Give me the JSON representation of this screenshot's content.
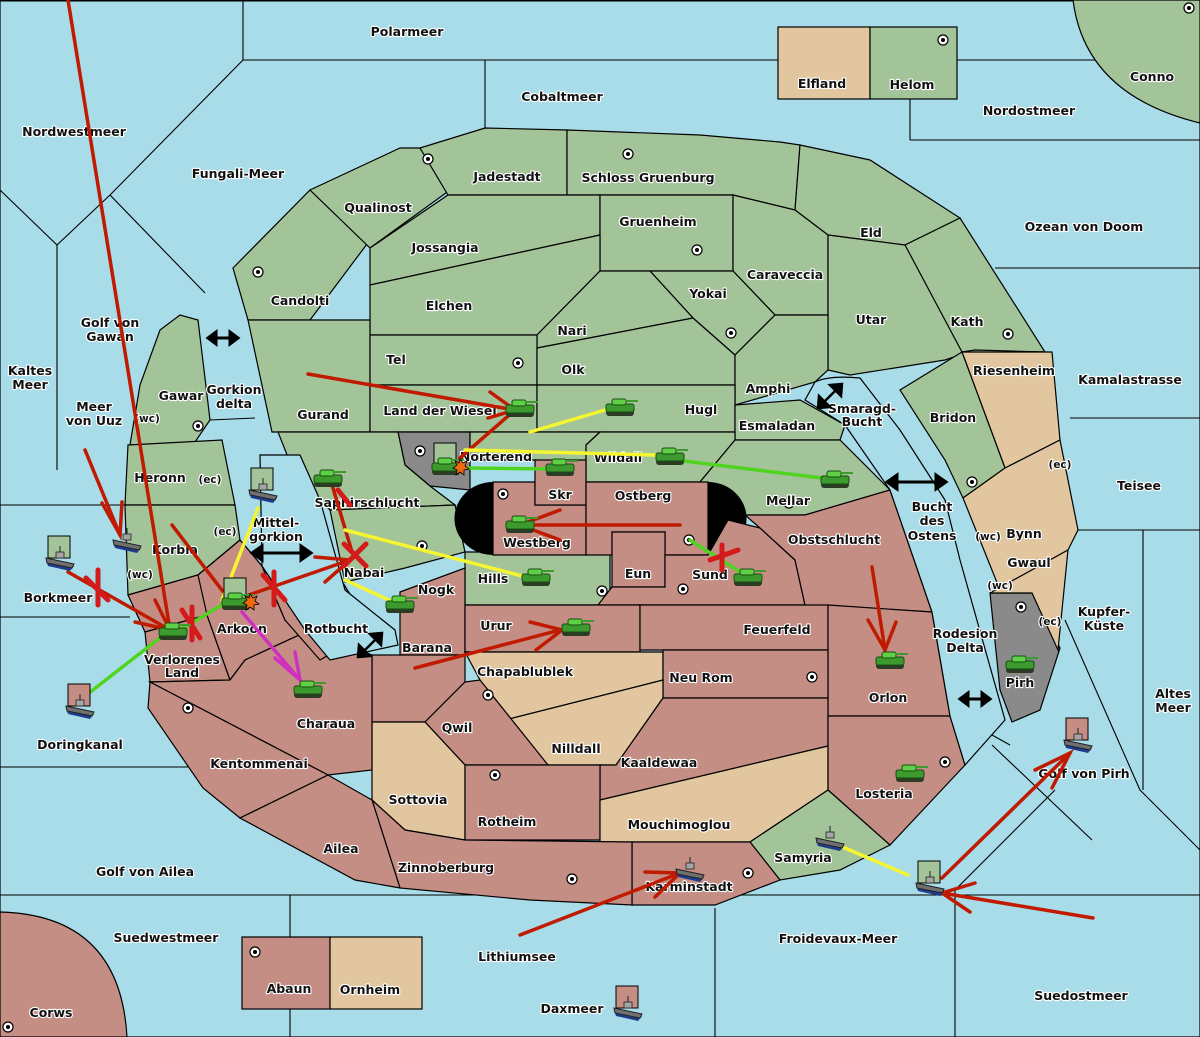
{
  "colors": {
    "sea": "#a8dce8",
    "power_green": "#a3c499",
    "power_red": "#c48e85",
    "neutral_tan": "#e1c69f",
    "impassable_grey": "#8a8a8a",
    "order_move": "#c01a00",
    "order_support": "#f5f531",
    "order_convoy_or_hold_support": "#4fd41f",
    "order_retreat": "#d030c0"
  },
  "labels": [
    {
      "id": "polarmeer",
      "text": "Polarmeer"
    },
    {
      "id": "cobaltmeer",
      "text": "Cobaltmeer"
    },
    {
      "id": "elfland",
      "text": "Elfland"
    },
    {
      "id": "helom",
      "text": "Helom"
    },
    {
      "id": "conno",
      "text": "Conno"
    },
    {
      "id": "nordwestmeer",
      "text": "Nordwestmeer"
    },
    {
      "id": "nordostmeer",
      "text": "Nordostmeer"
    },
    {
      "id": "fungali",
      "text": "Fungali-Meer"
    },
    {
      "id": "jadestadt",
      "text": "Jadestadt"
    },
    {
      "id": "schloss",
      "text": "Schloss Gruenburg"
    },
    {
      "id": "qualinost",
      "text": "Qualinost"
    },
    {
      "id": "gruenheim",
      "text": "Gruenheim"
    },
    {
      "id": "eld",
      "text": "Eld"
    },
    {
      "id": "ozean",
      "text": "Ozean von Doom"
    },
    {
      "id": "jossangia",
      "text": "Jossangia"
    },
    {
      "id": "caraveccia",
      "text": "Caraveccia"
    },
    {
      "id": "candolti",
      "text": "Candolti"
    },
    {
      "id": "yokai",
      "text": "Yokai"
    },
    {
      "id": "elchen",
      "text": "Elchen"
    },
    {
      "id": "utar",
      "text": "Utar"
    },
    {
      "id": "kath",
      "text": "Kath"
    },
    {
      "id": "golfgawan1",
      "text": "Golf von"
    },
    {
      "id": "golfgawan2",
      "text": "Gawan"
    },
    {
      "id": "nari",
      "text": "Nari"
    },
    {
      "id": "tel",
      "text": "Tel"
    },
    {
      "id": "olk",
      "text": "Olk"
    },
    {
      "id": "riesenheim",
      "text": "Riesenheim"
    },
    {
      "id": "kaltes1",
      "text": "Kaltes"
    },
    {
      "id": "kaltes2",
      "text": "Meer"
    },
    {
      "id": "kamala",
      "text": "Kamalastrasse"
    },
    {
      "id": "amphi",
      "text": "Amphi"
    },
    {
      "id": "gawar",
      "text": "Gawar"
    },
    {
      "id": "gorkion1",
      "text": "Gorkion"
    },
    {
      "id": "gorkion2",
      "text": "delta"
    },
    {
      "id": "uuz1",
      "text": "Meer"
    },
    {
      "id": "uuz2",
      "text": "von Uuz"
    },
    {
      "id": "gurand",
      "text": "Gurand"
    },
    {
      "id": "landwiesel",
      "text": "Land der Wiesel"
    },
    {
      "id": "hugl",
      "text": "Hugl"
    },
    {
      "id": "smaragd1",
      "text": "Smaragd-"
    },
    {
      "id": "smaragd2",
      "text": "Bucht"
    },
    {
      "id": "bridon",
      "text": "Bridon"
    },
    {
      "id": "esmaladan",
      "text": "Esmaladan"
    },
    {
      "id": "norterend",
      "text": "Norterend"
    },
    {
      "id": "wildall",
      "text": "Wildall"
    },
    {
      "id": "heronn",
      "text": "Heronn"
    },
    {
      "id": "saphir",
      "text": "Saphirschlucht"
    },
    {
      "id": "skr",
      "text": "Skr"
    },
    {
      "id": "ostberg",
      "text": "Ostberg"
    },
    {
      "id": "mellar",
      "text": "Mellar"
    },
    {
      "id": "teisee",
      "text": "Teisee"
    },
    {
      "id": "bucht1",
      "text": "Bucht"
    },
    {
      "id": "bucht2",
      "text": "des"
    },
    {
      "id": "bucht3",
      "text": "Ostens"
    },
    {
      "id": "mittel1",
      "text": "Mittel-"
    },
    {
      "id": "mittel2",
      "text": "gorkion"
    },
    {
      "id": "bynn",
      "text": "Bynn"
    },
    {
      "id": "westberg",
      "text": "Westberg"
    },
    {
      "id": "obstschlucht",
      "text": "Obstschlucht"
    },
    {
      "id": "korbia",
      "text": "Korbia"
    },
    {
      "id": "nabai",
      "text": "Nabai"
    },
    {
      "id": "gwaul",
      "text": "Gwaul"
    },
    {
      "id": "hills",
      "text": "Hills"
    },
    {
      "id": "eun",
      "text": "Eun"
    },
    {
      "id": "sund",
      "text": "Sund"
    },
    {
      "id": "borkmeer",
      "text": "Borkmeer"
    },
    {
      "id": "nogk",
      "text": "Nogk"
    },
    {
      "id": "arkoon",
      "text": "Arkoon"
    },
    {
      "id": "kupfer1",
      "text": "Kupfer-"
    },
    {
      "id": "kupfer2",
      "text": "Küste"
    },
    {
      "id": "urur",
      "text": "Urur"
    },
    {
      "id": "feuerfeld",
      "text": "Feuerfeld"
    },
    {
      "id": "rotbucht",
      "text": "Rotbucht"
    },
    {
      "id": "rodesion1",
      "text": "Rodesion"
    },
    {
      "id": "rodesion2",
      "text": "Delta"
    },
    {
      "id": "barana",
      "text": "Barana"
    },
    {
      "id": "verlorenes1",
      "text": "Verlorenes"
    },
    {
      "id": "verlorenes2",
      "text": "Land"
    },
    {
      "id": "chapa",
      "text": "Chapablublek"
    },
    {
      "id": "neurom",
      "text": "Neu Rom"
    },
    {
      "id": "pirh",
      "text": "Pirh"
    },
    {
      "id": "orlon",
      "text": "Orlon"
    },
    {
      "id": "altes1",
      "text": "Altes"
    },
    {
      "id": "altes2",
      "text": "Meer"
    },
    {
      "id": "charaua",
      "text": "Charaua"
    },
    {
      "id": "qwil",
      "text": "Qwil"
    },
    {
      "id": "doringkanal",
      "text": "Doringkanal"
    },
    {
      "id": "nilldall",
      "text": "Nilldall"
    },
    {
      "id": "kentommenai",
      "text": "Kentommenai"
    },
    {
      "id": "kaaldewaa",
      "text": "Kaaldewaa"
    },
    {
      "id": "golfpirh",
      "text": "Golf von Pirh"
    },
    {
      "id": "sottovia",
      "text": "Sottovia"
    },
    {
      "id": "losteria",
      "text": "Losteria"
    },
    {
      "id": "rotheim",
      "text": "Rotheim"
    },
    {
      "id": "mouchi",
      "text": "Mouchimoglou"
    },
    {
      "id": "ailea",
      "text": "Ailea"
    },
    {
      "id": "samyria",
      "text": "Samyria"
    },
    {
      "id": "zinnoberburg",
      "text": "Zinnoberburg"
    },
    {
      "id": "golfailea",
      "text": "Golf von Ailea"
    },
    {
      "id": "karminstadt",
      "text": "Karminstadt"
    },
    {
      "id": "suedwestmeer",
      "text": "Suedwestmeer"
    },
    {
      "id": "froidevaux",
      "text": "Froidevaux-Meer"
    },
    {
      "id": "lithiumsee",
      "text": "Lithiumsee"
    },
    {
      "id": "abaun",
      "text": "Abaun"
    },
    {
      "id": "ornheim",
      "text": "Ornheim"
    },
    {
      "id": "suedostmeer",
      "text": "Suedostmeer"
    },
    {
      "id": "daxmeer",
      "text": "Daxmeer"
    },
    {
      "id": "corws",
      "text": "Corws"
    }
  ],
  "coast_labels": [
    {
      "id": "gawar-wc",
      "text": "(wc)"
    },
    {
      "id": "heronn-ec",
      "text": "(ec)"
    },
    {
      "id": "korbia-ec",
      "text": "(ec)"
    },
    {
      "id": "korbia-wc",
      "text": "(wc)"
    },
    {
      "id": "bynn-ec",
      "text": "(ec)"
    },
    {
      "id": "bynn-wc",
      "text": "(wc)"
    },
    {
      "id": "gwaul-wc",
      "text": "(wc)"
    },
    {
      "id": "gwaul-ec",
      "text": "(ec)"
    }
  ],
  "units": [
    {
      "type": "army",
      "location": "Land der Wiesel",
      "owner": "green"
    },
    {
      "type": "army",
      "location": "Hugl",
      "owner": "green"
    },
    {
      "type": "army",
      "location": "Norterend",
      "owner": "green",
      "dislodged": true
    },
    {
      "type": "army",
      "location": "Skr",
      "owner": "green"
    },
    {
      "type": "army",
      "location": "Wildall",
      "owner": "green"
    },
    {
      "type": "army",
      "location": "Mellar",
      "owner": "green"
    },
    {
      "type": "army",
      "location": "Saphirschlucht",
      "owner": "green"
    },
    {
      "type": "army",
      "location": "Westberg",
      "owner": "green"
    },
    {
      "type": "army",
      "location": "Hills",
      "owner": "green"
    },
    {
      "type": "army",
      "location": "Nogk",
      "owner": "green"
    },
    {
      "type": "army",
      "location": "Sund",
      "owner": "green"
    },
    {
      "type": "army",
      "location": "Urur",
      "owner": "green"
    },
    {
      "type": "army",
      "location": "Arkoon",
      "owner": "green",
      "dislodged": true
    },
    {
      "type": "army",
      "location": "Verlorenes Land",
      "owner": "green"
    },
    {
      "type": "army",
      "location": "Charaua",
      "owner": "green"
    },
    {
      "type": "army",
      "location": "Orlon",
      "owner": "green"
    },
    {
      "type": "army",
      "location": "Losteria",
      "owner": "green"
    },
    {
      "type": "army",
      "location": "Pirh",
      "owner": "green"
    },
    {
      "type": "fleet",
      "location": "Mittel-gorkion",
      "owner": "green"
    },
    {
      "type": "fleet",
      "location": "Meer von Uuz",
      "owner": "green"
    },
    {
      "type": "fleet",
      "location": "Borkmeer",
      "owner": "green"
    },
    {
      "type": "fleet",
      "location": "Doringkanal",
      "owner": "red"
    },
    {
      "type": "fleet",
      "location": "Karminstadt",
      "owner": "green"
    },
    {
      "type": "fleet",
      "location": "Daxmeer",
      "owner": "red"
    },
    {
      "type": "fleet",
      "location": "Samyria",
      "owner": "green"
    },
    {
      "type": "fleet",
      "location": "Froidevaux-Meer",
      "owner": "green"
    },
    {
      "type": "fleet",
      "location": "Golf von Pirh",
      "owner": "red"
    }
  ]
}
